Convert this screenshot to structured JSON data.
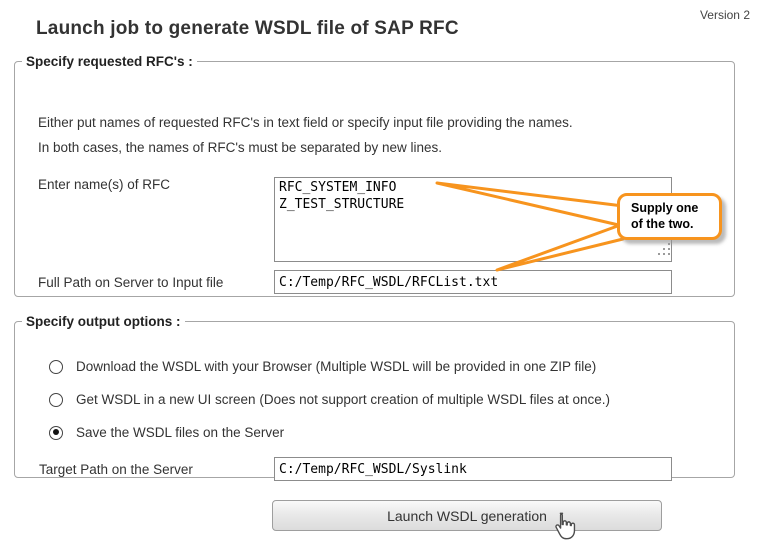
{
  "header": {
    "title": "Launch job to generate WSDL file of SAP RFC",
    "version": "Version 2"
  },
  "rfc_section": {
    "legend": "Specify requested RFC's :",
    "instruction_line1": "Either put names of requested RFC's in text field or specify input file providing the names.",
    "instruction_line2": "In both cases, the names of RFC's must be separated by new lines.",
    "rfc_names_label": "Enter name(s) of RFC",
    "rfc_names_value": "RFC_SYSTEM_INFO\nZ_TEST_STRUCTURE",
    "input_file_label": "Full Path on Server to Input file",
    "input_file_value": "C:/Temp/RFC_WSDL/RFCList.txt",
    "callout": {
      "line1": "Supply one",
      "line2": "of the two."
    }
  },
  "output_section": {
    "legend": "Specify output options :",
    "options": [
      {
        "label": "Download the WSDL with your Browser (Multiple WSDL will be provided in one ZIP file)",
        "selected": false
      },
      {
        "label": "Get WSDL in a new UI screen (Does not support creation of multiple WSDL files at once.)",
        "selected": false
      },
      {
        "label": "Save the WSDL files on the Server",
        "selected": true
      }
    ],
    "target_path_label": "Target Path on the Server",
    "target_path_value": "C:/Temp/RFC_WSDL/Syslink"
  },
  "submit": {
    "label": "Launch WSDL generation"
  },
  "colors": {
    "accent_orange": "#F7941E",
    "panel_border": "#A6A6A6",
    "field_border": "#8C8C8C"
  },
  "icons": {
    "cursor": "hand-pointer-icon",
    "resize_grip": "textarea-resize-grip"
  }
}
